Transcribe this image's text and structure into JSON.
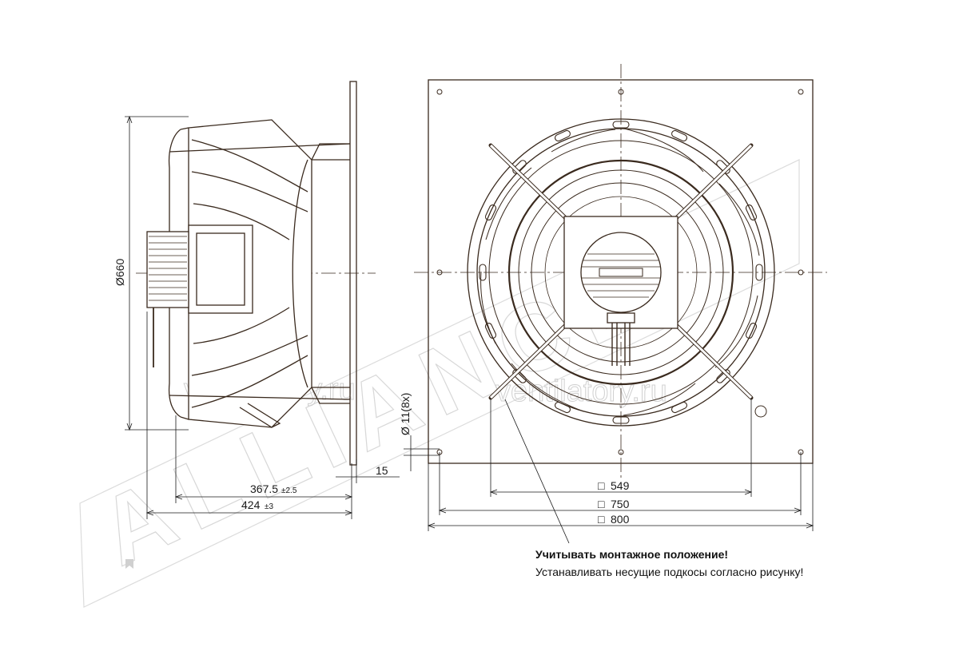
{
  "watermark": {
    "brand": "ALLIANCE",
    "site_left": "ventilatory.ru",
    "site_right": "ventilatory.ru"
  },
  "side_view": {
    "height_label": "Ø660",
    "depth_label": "367.5",
    "depth_tol": "±2.5",
    "total_label": "424",
    "total_tol": "±3",
    "flange_label": "15"
  },
  "front_view": {
    "hole_label": "Ø 11(8x)",
    "dim_549": "549",
    "dim_750": "750",
    "dim_800": "800",
    "square_symbol": "□"
  },
  "notes": {
    "line1": "Учитывать монтажное положение!",
    "line2": "Устанавливать несущие подкосы согласно рисунку!"
  },
  "colors": {
    "line": "#3a2a1e",
    "dim": "#1a1a1a",
    "watermark": "#d8d8d8"
  }
}
